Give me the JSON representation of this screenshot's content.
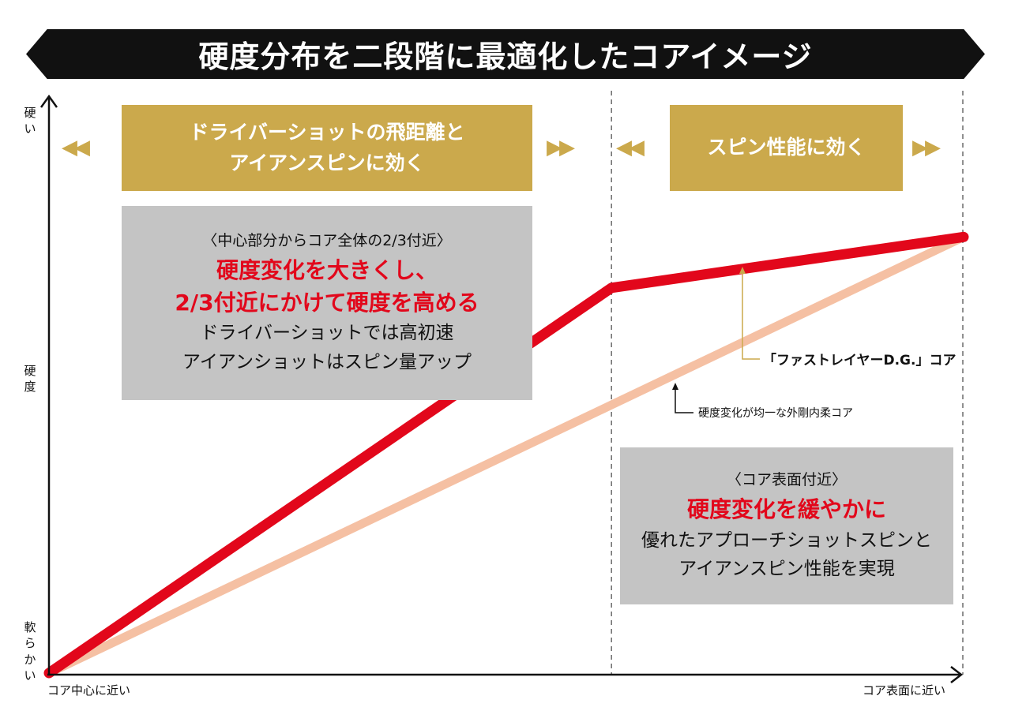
{
  "title": "硬度分布を二段階に最適化したコアイメージ",
  "y_axis": {
    "top": "硬い",
    "middle": "硬度",
    "bottom": "軟らかい"
  },
  "x_axis": {
    "left": "コア中心に近い",
    "right": "コア表面に近い"
  },
  "zone1": {
    "header_line1": "ドライバーショットの飛距離と",
    "header_line2": "アイアンスピンに効く",
    "sub": "〈中心部分からコア全体の2/3付近〉",
    "red_line1": "硬度変化を大きくし、",
    "red_line2": "2/3付近にかけて硬度を高める",
    "body_line1": "ドライバーショットでは高初速",
    "body_line2": "アイアンショットはスピン量アップ"
  },
  "zone2": {
    "header": "スピン性能に効く",
    "sub": "〈コア表面付近〉",
    "red_line1": "硬度変化を緩やかに",
    "body_line1": "優れたアプローチショットスピンと",
    "body_line2": "アイアンスピン性能を実現"
  },
  "arrow_left": "◀◀",
  "arrow_right": "▶▶",
  "colors": {
    "red": "#e2071b",
    "pale": "#f5c0a3",
    "gold": "#cba94c",
    "gray": "#c4c4c4"
  },
  "chart_data": {
    "type": "line",
    "xlabel_left": "コア中心に近い",
    "xlabel_right": "コア表面に近い",
    "ylabel": "硬度",
    "xlim": [
      0,
      1
    ],
    "ylim": [
      0,
      1
    ],
    "zone_boundaries": [
      0.615,
      1.0
    ],
    "series": [
      {
        "name": "「ファストレイヤーD.G.」コア",
        "color": "#e2071b",
        "x": [
          0,
          0.615,
          1.0
        ],
        "y": [
          0,
          0.666,
          0.754
        ]
      },
      {
        "name": "硬度変化が均一な外剛内柔コア",
        "color": "#f5c0a3",
        "x": [
          0,
          1.0
        ],
        "y": [
          0,
          0.754
        ]
      }
    ]
  }
}
